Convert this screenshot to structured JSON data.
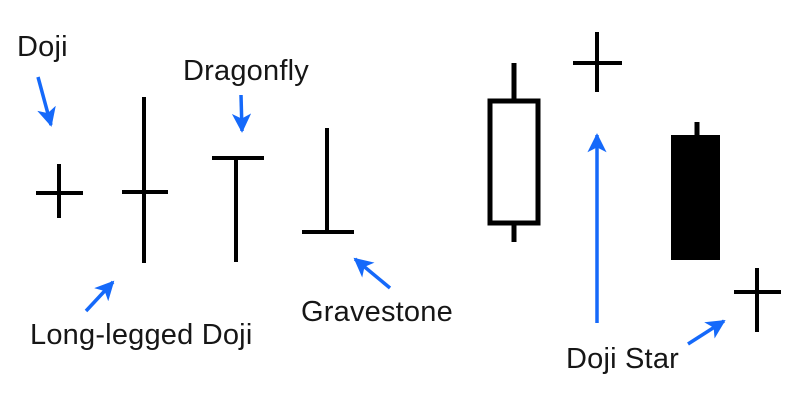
{
  "diagram": {
    "labels": {
      "doji": "Doji",
      "dragonfly": "Dragonfly",
      "long_legged_doji": "Long-legged Doji",
      "gravestone": "Gravestone",
      "doji_star": "Doji Star"
    },
    "figures": [
      {
        "name": "doji",
        "shape": "small-cross"
      },
      {
        "name": "long-legged-doji",
        "shape": "tall-cross-long-shadows"
      },
      {
        "name": "dragonfly-doji",
        "shape": "T-shape-long-lower-shadow"
      },
      {
        "name": "gravestone-doji",
        "shape": "inverted-T-long-upper-shadow"
      },
      {
        "name": "bullish-candle",
        "shape": "hollow-white-body-with-wicks"
      },
      {
        "name": "doji-star-cross",
        "shape": "cross"
      },
      {
        "name": "bearish-candle",
        "shape": "filled-black-body-upper-wick"
      },
      {
        "name": "small-doji-star",
        "shape": "small-cross"
      }
    ],
    "colors": {
      "background": "#ffffff",
      "ink": "#000000",
      "text": "#161616",
      "arrow_blue": "#1569fa"
    }
  }
}
